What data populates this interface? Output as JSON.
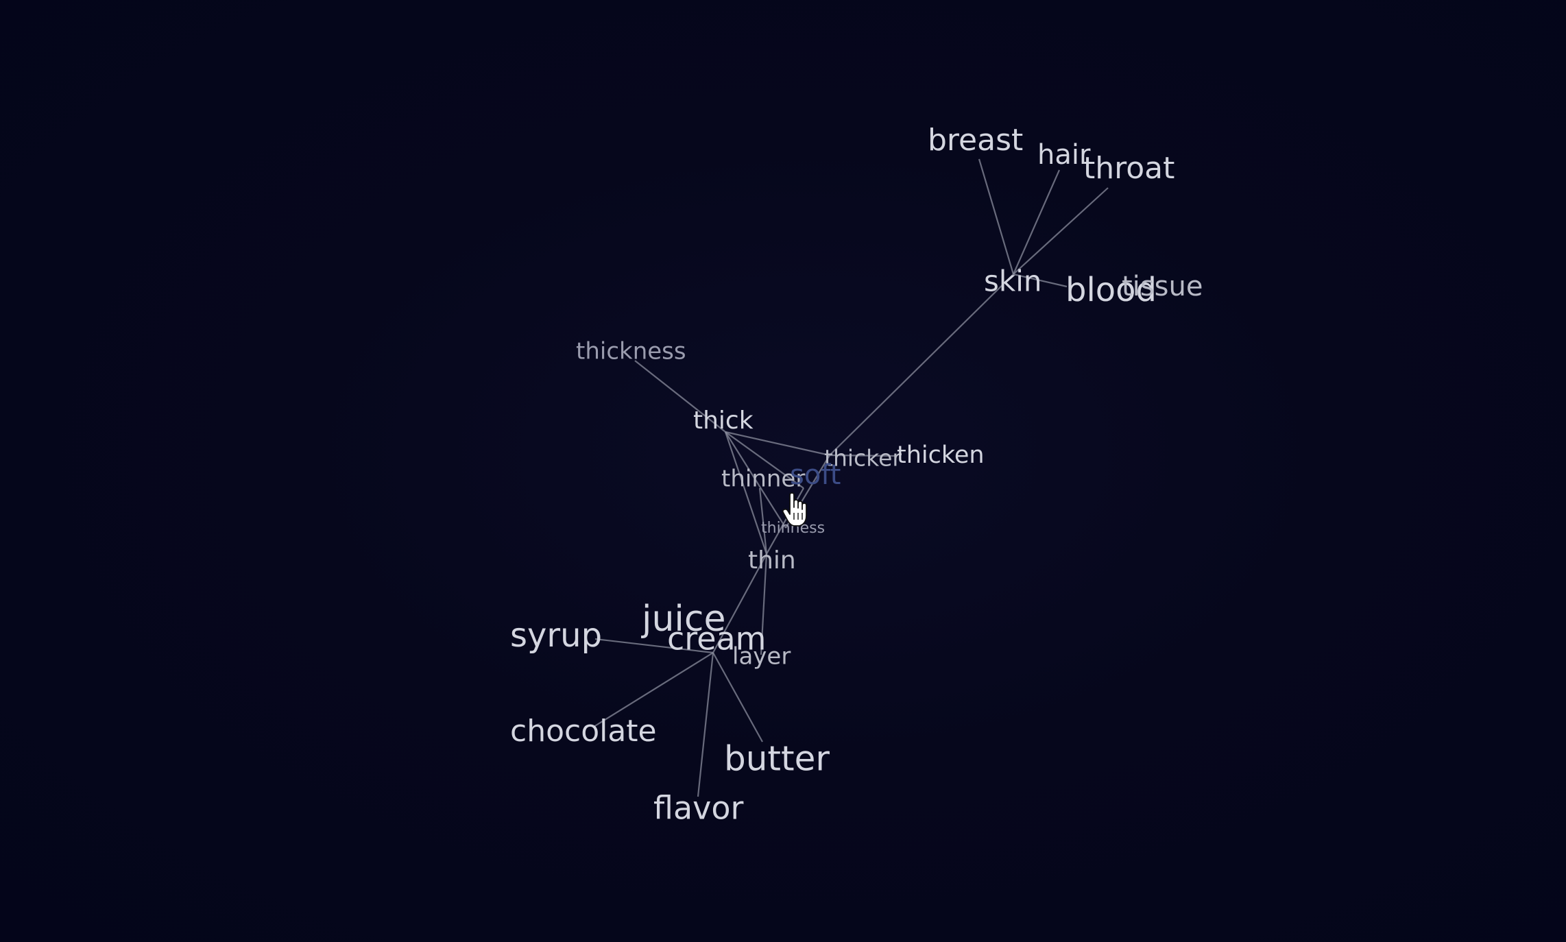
{
  "graph": {
    "nodes": [
      {
        "id": "breast",
        "label": "breast"
      },
      {
        "id": "hair",
        "label": "hair"
      },
      {
        "id": "throat",
        "label": "throat"
      },
      {
        "id": "skin",
        "label": "skin"
      },
      {
        "id": "blood",
        "label": "blood"
      },
      {
        "id": "tissue",
        "label": "tissue"
      },
      {
        "id": "thickness",
        "label": "thickness"
      },
      {
        "id": "thick",
        "label": "thick"
      },
      {
        "id": "thicker",
        "label": "thicker"
      },
      {
        "id": "thicken",
        "label": "thicken"
      },
      {
        "id": "thinner",
        "label": "thinner"
      },
      {
        "id": "soft",
        "label": "soft"
      },
      {
        "id": "thinness",
        "label": "thinness"
      },
      {
        "id": "thin",
        "label": "thin"
      },
      {
        "id": "juice",
        "label": "juice"
      },
      {
        "id": "syrup",
        "label": "syrup"
      },
      {
        "id": "cream",
        "label": "cream"
      },
      {
        "id": "layer",
        "label": "layer"
      },
      {
        "id": "chocolate",
        "label": "chocolate"
      },
      {
        "id": "butter",
        "label": "butter"
      },
      {
        "id": "flavor",
        "label": "flavor"
      }
    ],
    "edges": [
      [
        "skin",
        "breast"
      ],
      [
        "skin",
        "hair"
      ],
      [
        "skin",
        "throat"
      ],
      [
        "skin",
        "blood"
      ],
      [
        "skin",
        "thicker"
      ],
      [
        "thickness",
        "thick"
      ],
      [
        "thick",
        "thicker"
      ],
      [
        "thick",
        "soft"
      ],
      [
        "thick",
        "thinness"
      ],
      [
        "thick",
        "thin"
      ],
      [
        "thicker",
        "thicken"
      ],
      [
        "thicker",
        "thinness"
      ],
      [
        "thinner",
        "thin"
      ],
      [
        "soft",
        "thin"
      ],
      [
        "thin",
        "cream"
      ],
      [
        "thin",
        "layer"
      ],
      [
        "cream",
        "syrup"
      ],
      [
        "cream",
        "chocolate"
      ],
      [
        "cream",
        "butter"
      ],
      [
        "cream",
        "flavor"
      ]
    ],
    "highlighted_node": "soft"
  },
  "cursor": {
    "icon": "hand-pointer-icon"
  },
  "colors": {
    "background": "#05061a",
    "node_text": "#d4d6e0",
    "edge": "#8a8c9c",
    "highlight": "#3c4c86"
  }
}
